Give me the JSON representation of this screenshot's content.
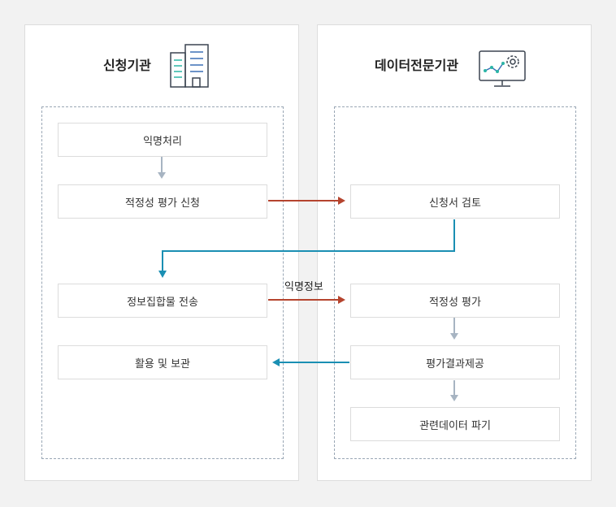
{
  "left_panel": {
    "title": "신청기관",
    "icon": "office-building-icon",
    "steps": [
      "익명처리",
      "적정성 평가 신청",
      "정보집합물 전송",
      "활용 및 보관"
    ]
  },
  "right_panel": {
    "title": "데이터전문기관",
    "icon": "monitor-gear-icon",
    "steps": [
      "신청서 검토",
      "적정성 평가",
      "평가결과제공",
      "관련데이터 파기"
    ]
  },
  "flows": {
    "transfer_label": "익명정보"
  },
  "colors": {
    "red_arrow": "#b5442e",
    "blue_arrow": "#1a8fb3",
    "gray_arrow": "#a7b4c2",
    "icon_blue": "#3a6fb5",
    "icon_teal": "#2bb5a6",
    "icon_dark": "#3b4450"
  }
}
